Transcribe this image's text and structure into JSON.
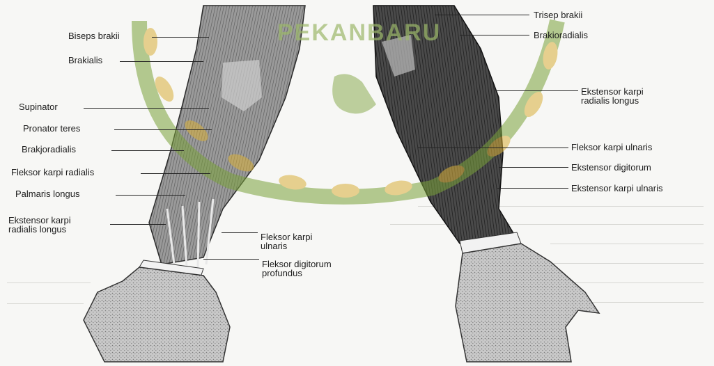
{
  "watermark": {
    "text": "PEKANBARU",
    "color": "#7aa23a",
    "accent": "#d9b03a"
  },
  "colors": {
    "paper": "#f7f7f5",
    "ink": "#1c1c1c",
    "skin": "#8c8c8c",
    "hand": "#b9b9b9",
    "muscle_dark": "#3b3b3b"
  },
  "labels_left": [
    {
      "text": "Biseps brakii"
    },
    {
      "text": "Brakialis"
    },
    {
      "text": "Supinator"
    },
    {
      "text": "Pronator teres"
    },
    {
      "text": "Brakjoradialis"
    },
    {
      "text": "Fleksor karpi radialis"
    },
    {
      "text": "Palmaris longus"
    },
    {
      "text": "Ekstensor karpi\nradialis longus"
    },
    {
      "text": "Fleksor karpi\nulnaris"
    },
    {
      "text": "Fleksor digitorum\nprofundus"
    }
  ],
  "labels_right": [
    {
      "text": "Trisep brakii"
    },
    {
      "text": "Brakioradialis"
    },
    {
      "text": "Ekstensor karpi\nradialis longus"
    },
    {
      "text": "Fleksor karpi ulnaris"
    },
    {
      "text": "Ekstensor digitorum"
    },
    {
      "text": "Ekstensor karpi ulnaris"
    }
  ]
}
